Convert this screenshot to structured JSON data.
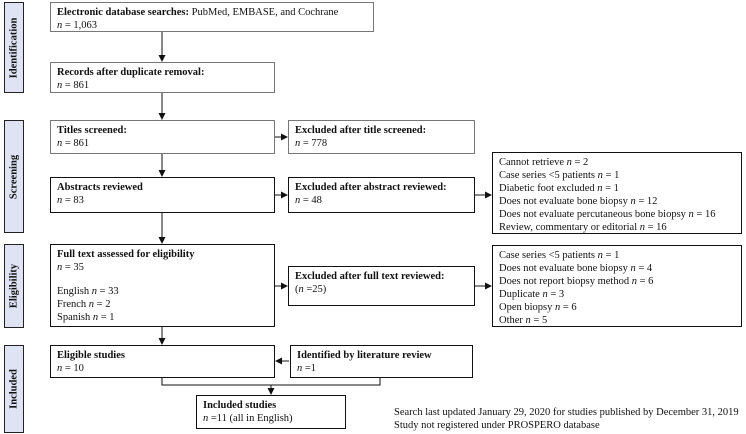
{
  "stages": [
    "Identification",
    "Screening",
    "Eligibility",
    "Included"
  ],
  "boxes": {
    "database_search": {
      "title": "Electronic database searches:",
      "sources": " PubMed, EMBASE, and Cochrane",
      "count": "n = 1,063"
    },
    "duplicates_removed": {
      "title": "Records after duplicate removal:",
      "count": "n = 861"
    },
    "titles_screened": {
      "title": "Titles screened:",
      "count": "n = 861"
    },
    "excluded_title": {
      "title": "Excluded after title screened:",
      "count": "n = 778"
    },
    "abstracts_reviewed": {
      "title": "Abstracts reviewed",
      "count": "n = 83"
    },
    "excluded_abstract": {
      "title": "Excluded after abstract reviewed:",
      "count": "n = 48"
    },
    "full_text": {
      "title": "Full text assessed for eligibility",
      "count": "n = 35",
      "languages": [
        "English  n = 33",
        "French   n = 2",
        "Spanish n = 1"
      ]
    },
    "excluded_full_text": {
      "title": "Excluded after full text reviewed:",
      "count": "(n =25)"
    },
    "eligible": {
      "title": "Eligible studies",
      "count": "n = 10"
    },
    "literature_review": {
      "title": "Identified by literature review",
      "count": "n =1"
    },
    "included": {
      "title": "Included studies",
      "count": "n =11 (all in English)"
    }
  },
  "abstract_reasons": [
    "Cannot retrieve n = 2",
    "Case series <5 patients n = 1",
    "Diabetic foot excluded n = 1",
    "Does not evaluate bone biopsy n = 12",
    "Does not evaluate percutaneous bone biopsy n = 16",
    "Review, commentary or editorial n = 16"
  ],
  "fulltext_reasons": [
    "Case series <5 patients n = 1",
    "Does not evaluate bone biopsy n = 4",
    "Does not report biopsy method n = 6",
    "Duplicate n = 3",
    "Open biopsy n = 6",
    "Other n = 5"
  ],
  "notes": [
    "Search last updated January 29, 2020 for studies published by December 31, 2019",
    "Study not registered under PROSPERO database"
  ]
}
